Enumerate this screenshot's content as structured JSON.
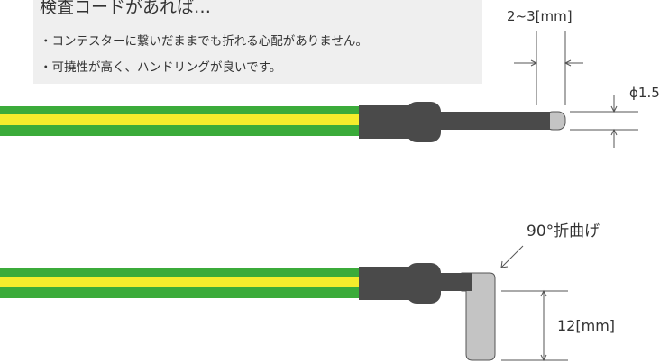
{
  "note": {
    "title": "検査コードがあれば…",
    "bullets": [
      "・コンテスターに繋いだままでも折れる心配がありません。",
      "・可撓性が高く、ハンドリングが良いです。"
    ]
  },
  "straight_probe": {
    "tip_length_label": "2~3[mm]",
    "diameter_label": "ϕ1.5"
  },
  "bent_probe": {
    "bend_label": "90°折曲げ",
    "bent_length_label": "12[mm]"
  },
  "colors": {
    "panel": "#efefef",
    "wire_green": "#3bab3a",
    "wire_yellow": "#f5ec2c",
    "sleeve": "#4a4a4a",
    "tip": "#c4c4c4",
    "dimension_line": "#555555"
  }
}
